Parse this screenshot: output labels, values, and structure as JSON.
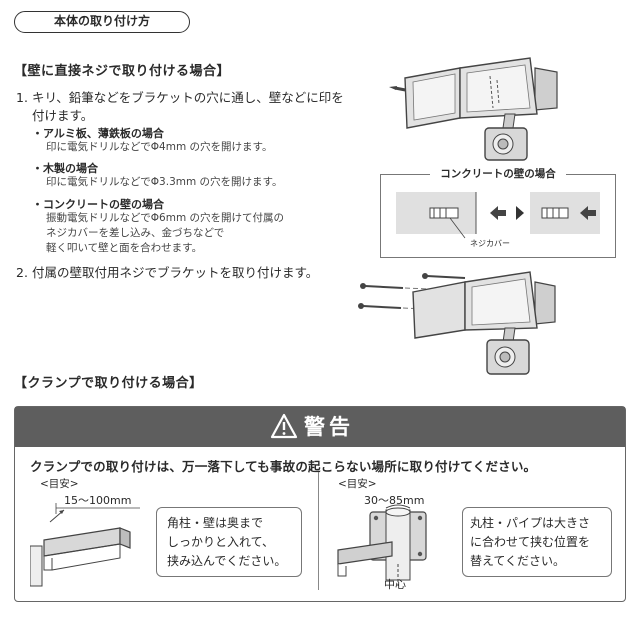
{
  "header": {
    "pill_title": "本体の取り付け方"
  },
  "section_wall": {
    "title": "【壁に直接ネジで取り付ける場合】",
    "step1": {
      "num": "1.",
      "line1": "キリ、鉛筆などをブラケットの穴に通し、壁などに印を",
      "line2": "付けます。",
      "subs": [
        {
          "title": "・アルミ板、薄鉄板の場合",
          "lines": [
            "印に電気ドリルなどでΦ4mm の穴を開けます。"
          ]
        },
        {
          "title": "・木製の場合",
          "lines": [
            "印に電気ドリルなどでΦ3.3mm の穴を開けます。"
          ]
        },
        {
          "title": "・コンクリートの壁の場合",
          "lines": [
            "振動電気ドリルなどでΦ6mm の穴を開けて付属の",
            "ネジカバーを差し込み、金づちなどで",
            "軽く叩いて壁と面を合わせます。"
          ]
        }
      ]
    },
    "step2": {
      "num": "2.",
      "text": "付属の壁取付用ネジでブラケットを取り付けます。"
    },
    "concrete_inset": {
      "label": "コンクリートの壁の場合",
      "callout": "ネジカバー"
    }
  },
  "section_clamp": {
    "title": "【クランプで取り付ける場合】"
  },
  "warning": {
    "title": "警告",
    "text": "クランプでの取り付けは、万一落下しても事故の起こらない場所に取り付けてください。",
    "left": {
      "meyasu": "<目安>",
      "range": "15～100mm",
      "note_lines": [
        "角柱・壁は奥まで",
        "しっかりと入れて、",
        "挟み込んでください。"
      ]
    },
    "right": {
      "meyasu": "<目安>",
      "range": "30～85mm",
      "center_label": "中心",
      "note_lines": [
        "丸柱・パイプは大きさ",
        "に合わせて挟む位置を",
        "替えてください。"
      ]
    }
  },
  "colors": {
    "warning_header": "#5e5e5e",
    "text": "#2a2a2a",
    "illustration_fill": "#d8d8d8"
  }
}
